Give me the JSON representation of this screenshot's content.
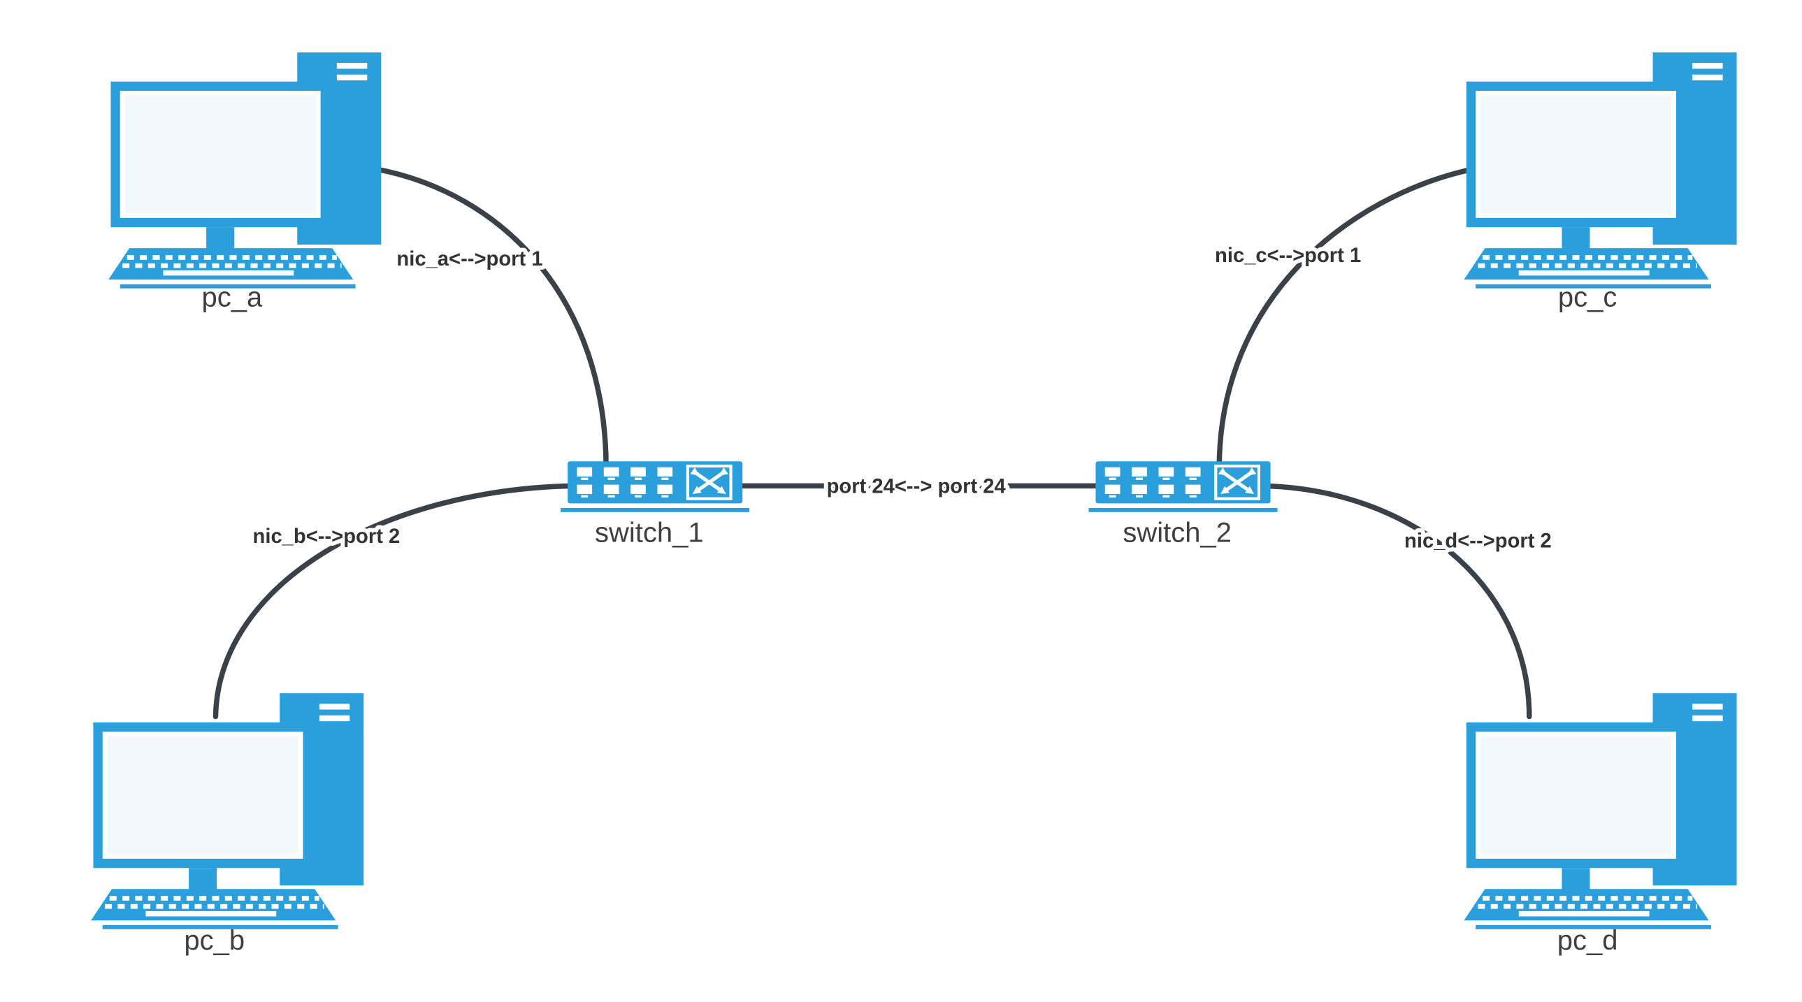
{
  "diagram": {
    "type": "network-topology",
    "nodes": {
      "pc_a": {
        "label": "pc_a",
        "kind": "pc"
      },
      "pc_b": {
        "label": "pc_b",
        "kind": "pc"
      },
      "pc_c": {
        "label": "pc_c",
        "kind": "pc"
      },
      "pc_d": {
        "label": "pc_d",
        "kind": "pc"
      },
      "switch_1": {
        "label": "switch_1",
        "kind": "switch"
      },
      "switch_2": {
        "label": "switch_2",
        "kind": "switch"
      }
    },
    "edges": {
      "pc_a_switch_1": {
        "from": "pc_a",
        "to": "switch_1",
        "label": "nic_a<-->port 1"
      },
      "pc_b_switch_1": {
        "from": "pc_b",
        "to": "switch_1",
        "label": "nic_b<-->port 2"
      },
      "switch_1_switch_2": {
        "from": "switch_1",
        "to": "switch_2",
        "label": "port 24<--> port 24"
      },
      "pc_c_switch_2": {
        "from": "pc_c",
        "to": "switch_2",
        "label": "nic_c<-->port 1"
      },
      "pc_d_switch_2": {
        "from": "pc_d",
        "to": "switch_2",
        "label": "nic_d<-->port 2"
      }
    },
    "colors": {
      "device": "#2B9FDB",
      "screen": "#F2F9FD",
      "connector": "#3A4149",
      "label": "#3F3F3F"
    }
  }
}
